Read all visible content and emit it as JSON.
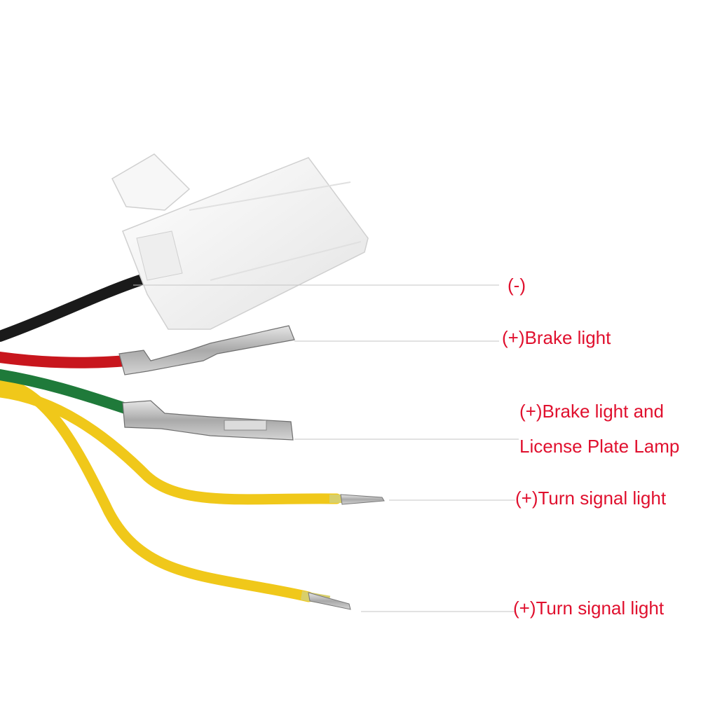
{
  "colors": {
    "label_text": "#e0102e",
    "leader_line": "#c4c4c4",
    "wire_black": "#1a1a1a",
    "wire_red": "#c8161d",
    "wire_green": "#1f7a3a",
    "wire_yellow": "#f0c81a",
    "connector_white": "#f4f4f4",
    "terminal_metal": "#b8b8b8"
  },
  "labels": {
    "negative": "(-)",
    "brake": "(+)Brake light",
    "brake_plate_line1": "(+)Brake light and",
    "brake_plate_line2": "License Plate Lamp",
    "turn_signal_1": "(+)Turn signal light",
    "turn_signal_2": "(+)Turn signal light"
  }
}
